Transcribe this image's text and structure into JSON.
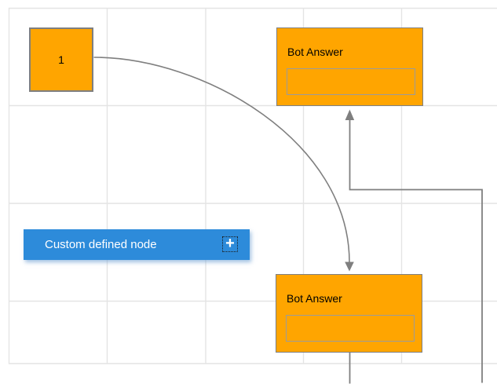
{
  "diagram": {
    "background_color": "#ffffff",
    "grid": {
      "line_color": "#e4e4e4",
      "cell_size": 125
    },
    "connector": {
      "line_color": "#7f7f7f",
      "arrow_color": "#7f7f7f"
    },
    "nodes": {
      "start_node": {
        "label": "1",
        "fill": "#ffa500",
        "border_color": "#7f7f7f"
      },
      "bot_answer_top": {
        "title": "Bot Answer",
        "fill": "#ffa500",
        "border_color": "#7f7f7f",
        "input_value": "",
        "input_placeholder": ""
      },
      "bot_answer_bottom": {
        "title": "Bot Answer",
        "fill": "#ffa500",
        "border_color": "#7f7f7f",
        "input_value": "",
        "input_placeholder": ""
      },
      "custom_node": {
        "label": "Custom defined node",
        "fill": "#2d8bda",
        "text_color": "#ffffff",
        "add_icon": "+"
      }
    }
  }
}
